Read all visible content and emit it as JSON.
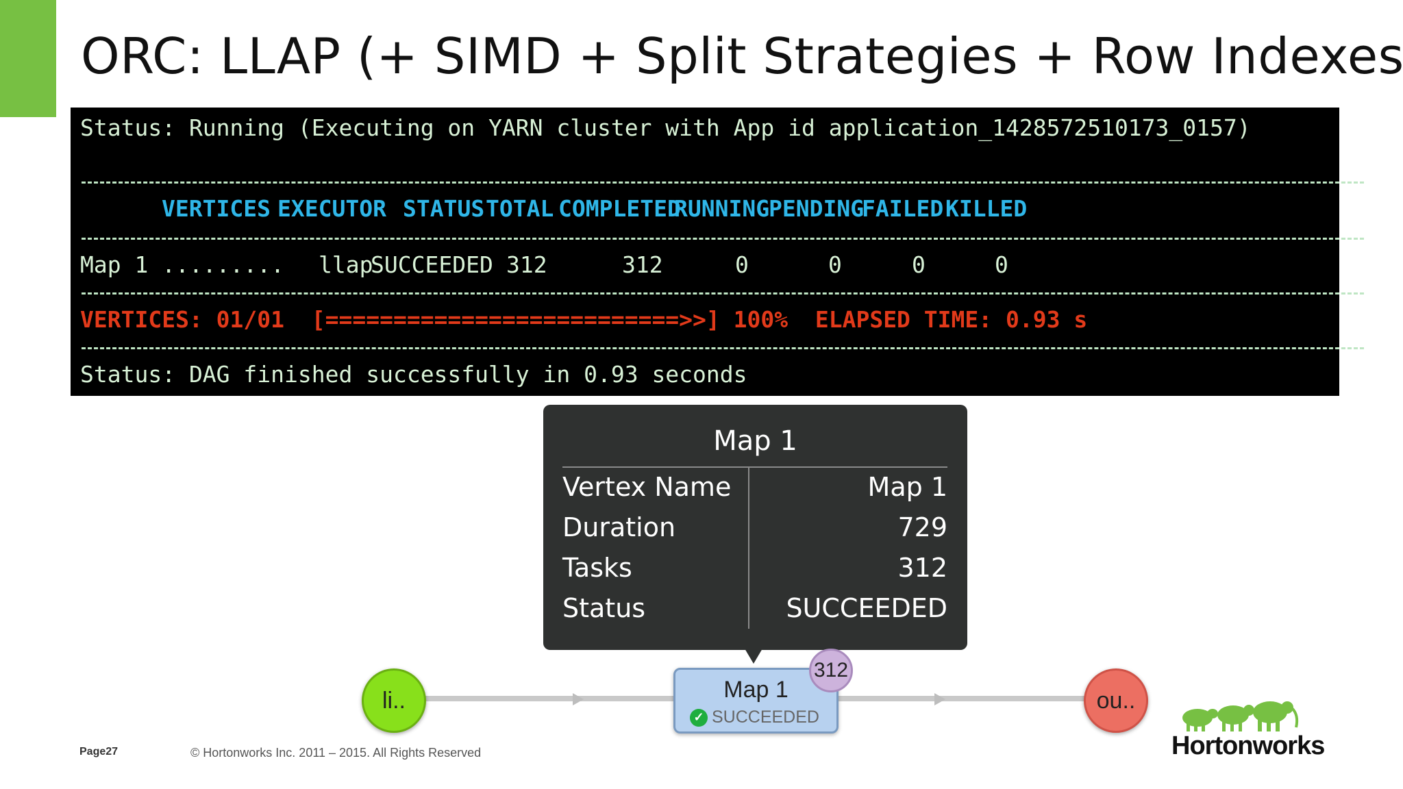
{
  "slide": {
    "title": "ORC: LLAP (+ SIMD + Split Strategies + Row Indexes)",
    "page_label": "Page",
    "page_number": "27",
    "copyright": "© Hortonworks Inc. 2011 – 2015. All Rights Reserved",
    "accent_color": "#77c043"
  },
  "terminal": {
    "status_running": "Status: Running (Executing on YARN cluster with App id application_1428572510173_0157)",
    "headers": [
      "VERTICES",
      "EXECUTOR",
      "STATUS",
      "TOTAL",
      "COMPLETED",
      "RUNNING",
      "PENDING",
      "FAILED",
      "KILLED"
    ],
    "row": {
      "vertices": "Map 1 .........",
      "executor": "llap",
      "status": "SUCCEEDED",
      "total": "312",
      "completed": "312",
      "running": "0",
      "pending": "0",
      "failed": "0",
      "killed": "0"
    },
    "progress_line": "VERTICES: 01/01  [==========================>>] 100%  ELAPSED TIME: 0.93 s",
    "status_finished": "Status: DAG finished successfully in 0.93 seconds",
    "header_color": "#2fb6e8",
    "progress_color": "#e23a1a"
  },
  "tooltip": {
    "title": "Map 1",
    "rows": [
      {
        "key": "Vertex Name",
        "value": "Map 1"
      },
      {
        "key": "Duration",
        "value": "729"
      },
      {
        "key": "Tasks",
        "value": "312"
      },
      {
        "key": "Status",
        "value": "SUCCEEDED"
      }
    ]
  },
  "dag": {
    "input_node": "li..",
    "output_node": "ou..",
    "map_node": {
      "name": "Map 1",
      "status": "SUCCEEDED",
      "task_count": "312",
      "status_icon": "check-circle-icon"
    },
    "input_color": "#88e01b",
    "output_color": "#ec6f62",
    "map_color": "#b7d1ef"
  },
  "logo": {
    "text": "Hortonworks",
    "icon": "elephants-logo"
  }
}
